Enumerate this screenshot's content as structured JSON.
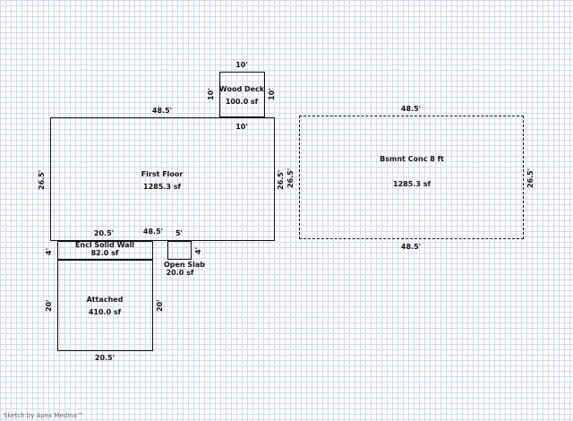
{
  "rooms": {
    "wood_deck": {
      "name": "Wood Deck",
      "area": "100.0 sf",
      "top": "10'",
      "left": "10'",
      "right": "10'"
    },
    "first_floor": {
      "name": "First Floor",
      "area": "1285.3 sf",
      "top": "48.5'",
      "top_right": "10'",
      "left": "26.5'",
      "right": "26.5'",
      "bottom": "48.5'",
      "bottom_left": "20.5'",
      "bottom_right": "5'"
    },
    "basement": {
      "name": "Bsmnt Conc 8 ft",
      "area": "1285.3 sf",
      "top": "48.5'",
      "bottom": "48.5'",
      "left": "26.5'",
      "right": "26.5'"
    },
    "encl_wall": {
      "name": "Encl Solid Wall",
      "area": "82.0 sf",
      "left": "4'"
    },
    "open_slab": {
      "name": "Open Slab",
      "area": "20.0 sf",
      "right": "4'"
    },
    "attached": {
      "name": "Attached",
      "area": "410.0 sf",
      "left": "20'",
      "right": "20'",
      "bottom": "20.5'"
    }
  },
  "footer": "Sketch by Apex Medina™"
}
